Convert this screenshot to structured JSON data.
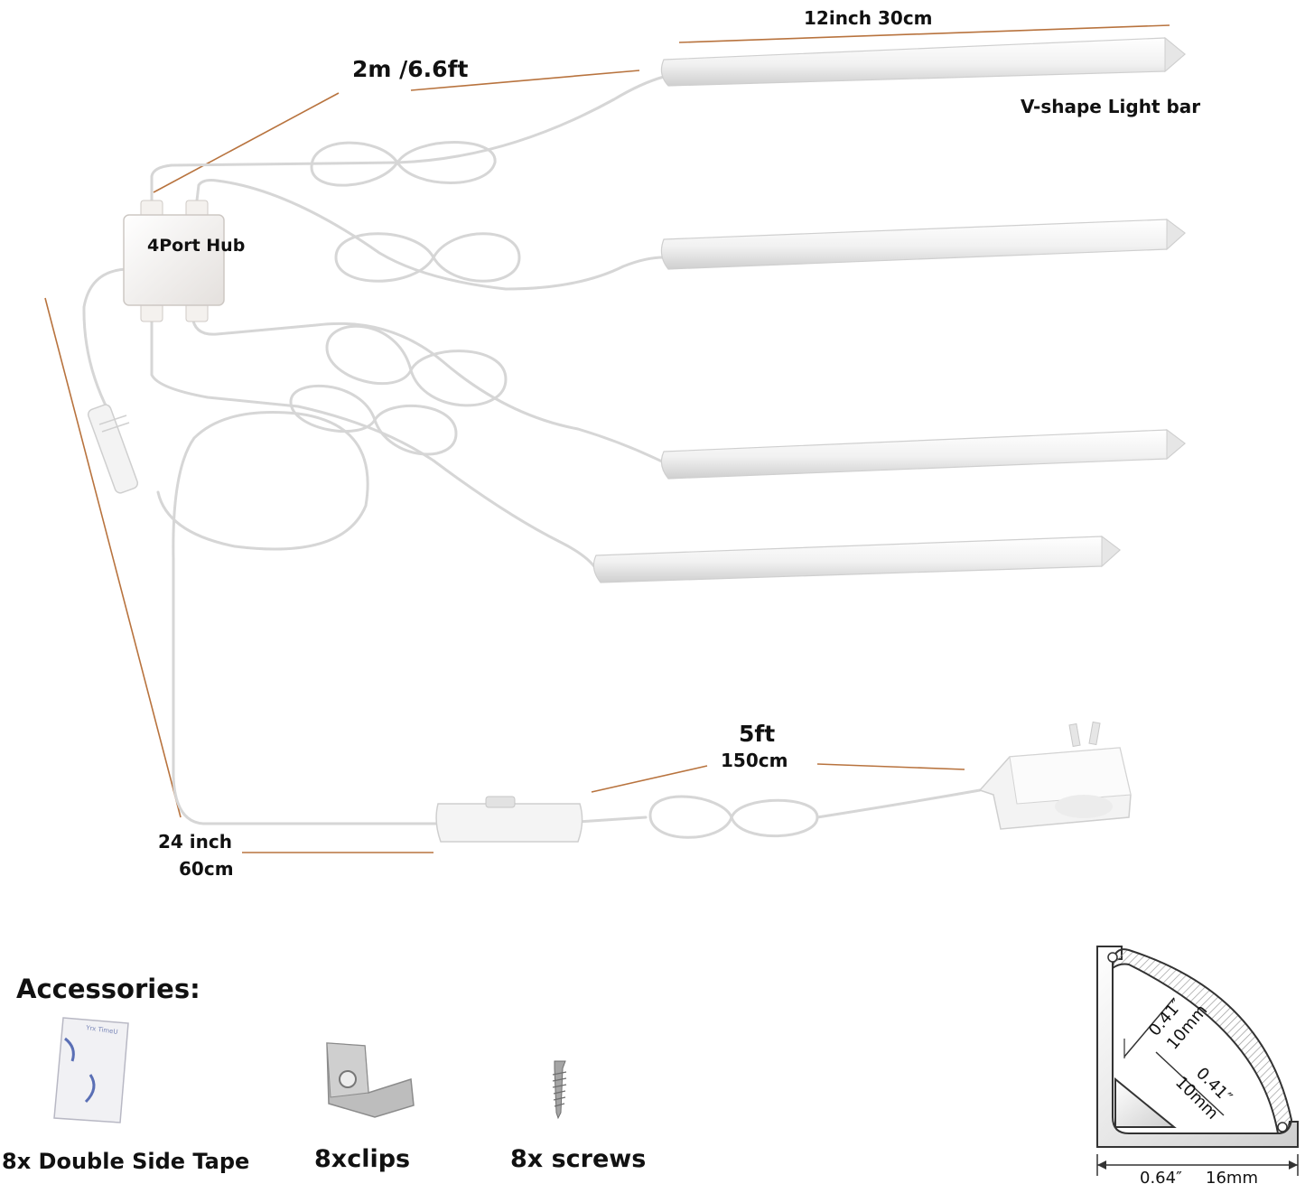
{
  "labels": {
    "bar_length": "12inch  30cm",
    "hub_cable_length": "2m /6.6ft",
    "bar_type": "V-shape Light bar",
    "hub": "4Port Hub",
    "power_length_ft": "5ft",
    "power_length_cm": "150cm",
    "switch_cable_inch": "24 inch",
    "switch_cable_cm": "60cm"
  },
  "accessories": {
    "title": "Accessories:",
    "items": [
      {
        "label": "8x Double Side Tape",
        "icon": "tape-icon"
      },
      {
        "label": "8xclips",
        "icon": "clip-icon"
      },
      {
        "label": "8x screws",
        "icon": "screw-icon"
      }
    ]
  },
  "profile": {
    "dim_a": "0.41″",
    "dim_a_mm": "10mm",
    "dim_b": "0.41″",
    "dim_b_mm": "10mm",
    "width": "0.64″",
    "width_mm": "16mm"
  },
  "colors": {
    "dimension_line": "#b8733e",
    "cable": "#d9d9d9",
    "bar": "#eeeeee"
  }
}
